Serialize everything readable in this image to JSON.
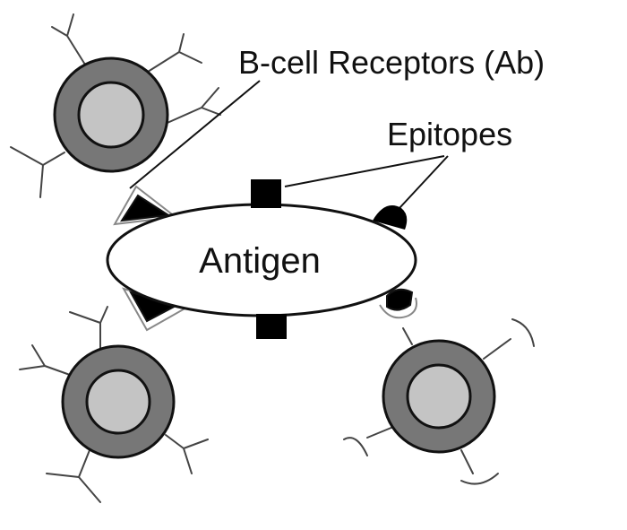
{
  "labels": {
    "receptors": "B-cell Receptors (Ab)",
    "epitopes": "Epitopes",
    "antigen": "Antigen"
  },
  "colors": {
    "cell_membrane": "#777777",
    "cell_nucleus": "#c4c4c4",
    "epitope": "#000000",
    "outline": "#111111"
  }
}
